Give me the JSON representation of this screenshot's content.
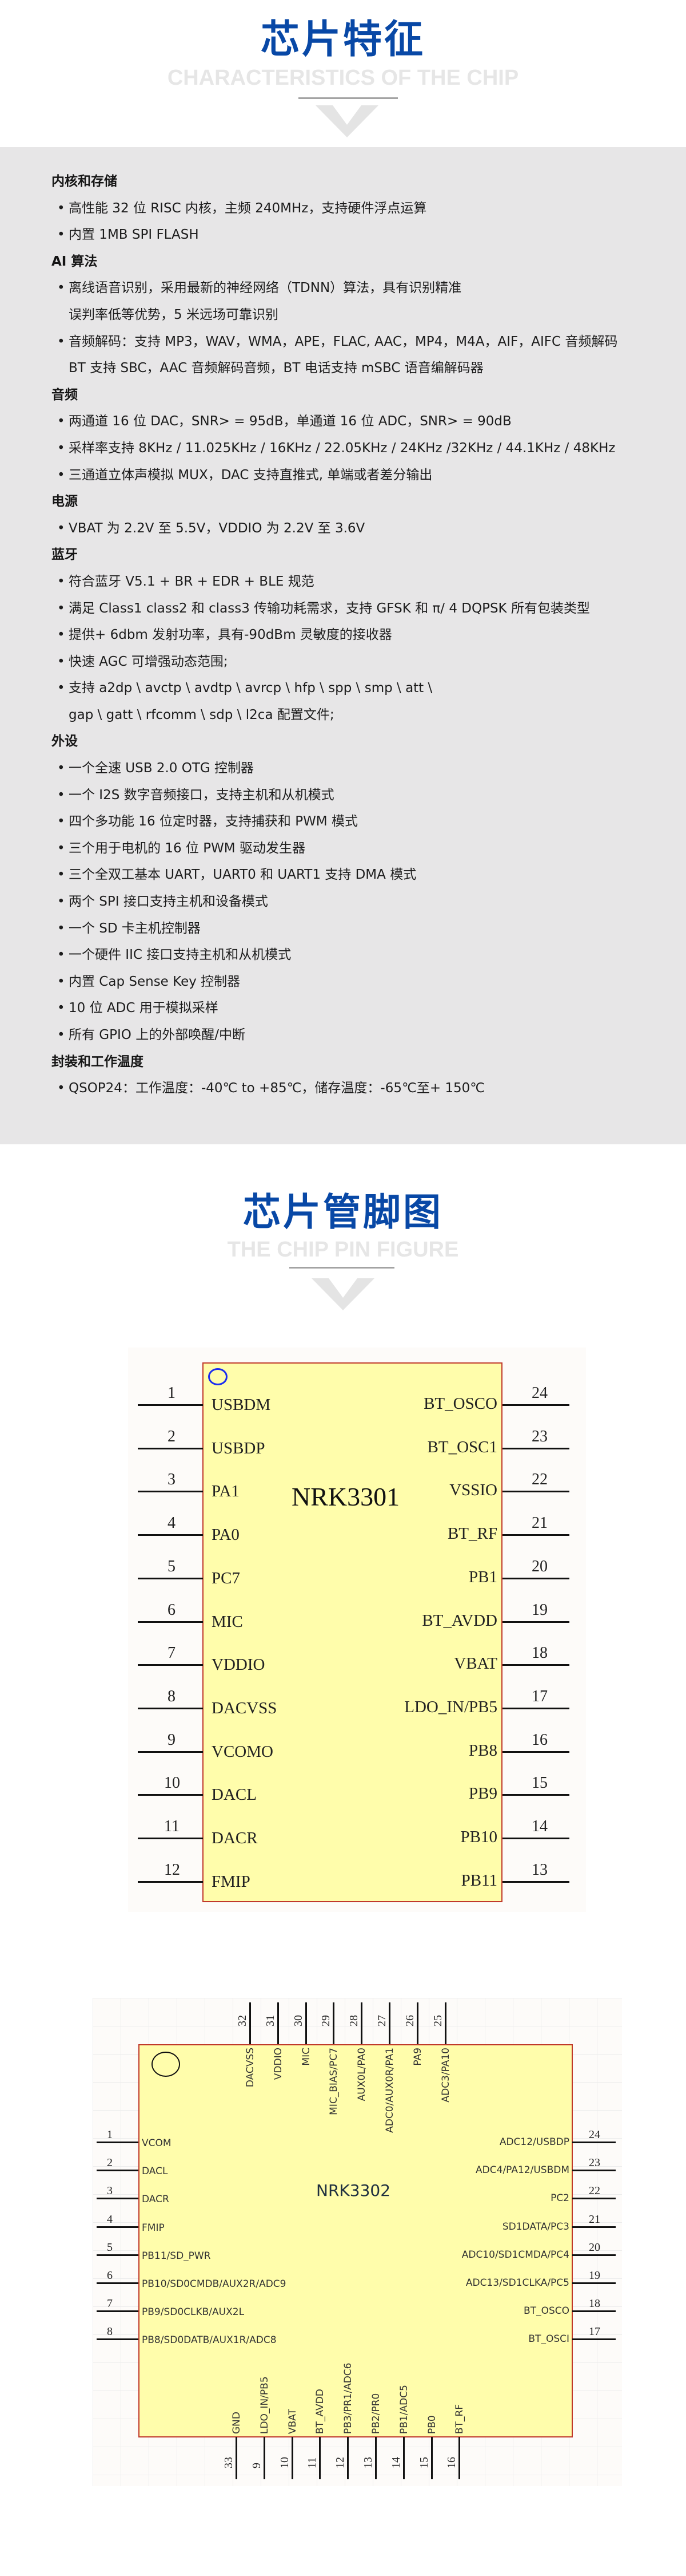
{
  "colors": {
    "title_blue": "#0848a6",
    "subtitle_gray": "#e6e6e6",
    "band_gray": "#e7e6e7",
    "chip_fill": "#fffdab",
    "chip_border": "#c0392b"
  },
  "section1": {
    "title": "芯片特征",
    "subtitle": "CHARACTERISTICS OF THE CHIP",
    "features": [
      {
        "type": "head",
        "text": "内核和存储"
      },
      {
        "type": "bullet",
        "text": "高性能 32 位 RISC 内核，主频 240MHz，支持硬件浮点运算"
      },
      {
        "type": "bullet",
        "text": "内置 1MB SPI FLASH"
      },
      {
        "type": "head",
        "text": "AI 算法"
      },
      {
        "type": "bullet",
        "text": "离线语音识别，采用最新的神经网络（TDNN）算法，具有识别精准"
      },
      {
        "type": "cont",
        "text": "误判率低等优势，5 米远场可靠识别"
      },
      {
        "type": "bullet",
        "text": "音频解码：支持 MP3，WAV，WMA，APE，FLAC, AAC，MP4，M4A，AIF，AIFC 音频解码"
      },
      {
        "type": "cont",
        "text": "BT 支持 SBC，AAC 音频解码音频，BT 电话支持 mSBC 语音编解码器"
      },
      {
        "type": "head",
        "text": "音频"
      },
      {
        "type": "bullet",
        "text": "两通道 16 位 DAC，SNR> = 95dB，单通道 16 位 ADC，SNR> = 90dB"
      },
      {
        "type": "bullet",
        "text": "采样率支持 8KHz / 11.025KHz / 16KHz / 22.05KHz / 24KHz /32KHz / 44.1KHz / 48KHz"
      },
      {
        "type": "bullet",
        "text": "三通道立体声模拟 MUX，DAC 支持直推式, 单端或者差分输出"
      },
      {
        "type": "head",
        "text": "电源"
      },
      {
        "type": "bullet",
        "text": "VBAT 为 2.2V 至 5.5V，VDDIO 为 2.2V 至 3.6V"
      },
      {
        "type": "head",
        "text": "蓝牙"
      },
      {
        "type": "bullet",
        "text": "符合蓝牙 V5.1 + BR + EDR + BLE 规范"
      },
      {
        "type": "bullet",
        "text": "满足 Class1 class2 和 class3 传输功耗需求，支持 GFSK 和 π/ 4 DQPSK 所有包装类型"
      },
      {
        "type": "bullet",
        "text": "提供+ 6dbm 发射功率，具有-90dBm 灵敏度的接收器"
      },
      {
        "type": "bullet",
        "text": "快速 AGC 可增强动态范围;"
      },
      {
        "type": "bullet",
        "text": "支持 a2dp \\ avctp \\ avdtp \\ avrcp \\ hfp \\ spp \\ smp \\ att \\"
      },
      {
        "type": "cont",
        "text": "gap \\ gatt \\ rfcomm \\ sdp \\ l2ca 配置文件;"
      },
      {
        "type": "head",
        "text": "外设"
      },
      {
        "type": "bullet",
        "text": "一个全速 USB 2.0 OTG 控制器"
      },
      {
        "type": "bullet",
        "text": "一个 I2S 数字音频接口，支持主机和从机模式"
      },
      {
        "type": "bullet",
        "text": "四个多功能 16 位定时器，支持捕获和 PWM 模式"
      },
      {
        "type": "bullet",
        "text": "三个用于电机的 16 位 PWM 驱动发生器"
      },
      {
        "type": "bullet",
        "text": "三个全双工基本 UART，UART0 和 UART1 支持 DMA 模式"
      },
      {
        "type": "bullet",
        "text": "两个 SPI 接口支持主机和设备模式"
      },
      {
        "type": "bullet",
        "text": "一个 SD 卡主机控制器"
      },
      {
        "type": "bullet",
        "text": "一个硬件 IIC 接口支持主机和从机模式"
      },
      {
        "type": "bullet",
        "text": "内置 Cap Sense Key 控制器"
      },
      {
        "type": "bullet",
        "text": "10 位 ADC 用于模拟采样"
      },
      {
        "type": "bullet",
        "text": "所有 GPIO 上的外部唤醒/中断"
      },
      {
        "type": "head",
        "text": "封装和工作温度"
      },
      {
        "type": "bullet",
        "text": "QSOP24：工作温度：-40℃ to +85℃，储存温度：-65℃至+ 150℃"
      }
    ],
    "bullet_glyph": "•"
  },
  "section2": {
    "title": "芯片管脚图",
    "subtitle": "THE CHIP PIN FIGURE"
  },
  "chip1": {
    "name": "NRK3301",
    "left_pins": [
      {
        "num": "1",
        "label": "USBDM"
      },
      {
        "num": "2",
        "label": "USBDP"
      },
      {
        "num": "3",
        "label": "PA1"
      },
      {
        "num": "4",
        "label": "PA0"
      },
      {
        "num": "5",
        "label": "PC7"
      },
      {
        "num": "6",
        "label": "MIC"
      },
      {
        "num": "7",
        "label": "VDDIO"
      },
      {
        "num": "8",
        "label": "DACVSS"
      },
      {
        "num": "9",
        "label": "VCOMO"
      },
      {
        "num": "10",
        "label": "DACL"
      },
      {
        "num": "11",
        "label": "DACR"
      },
      {
        "num": "12",
        "label": "FMIP"
      }
    ],
    "right_pins": [
      {
        "num": "24",
        "label": "BT_OSCO"
      },
      {
        "num": "23",
        "label": "BT_OSC1"
      },
      {
        "num": "22",
        "label": "VSSIO"
      },
      {
        "num": "21",
        "label": "BT_RF"
      },
      {
        "num": "20",
        "label": "PB1"
      },
      {
        "num": "19",
        "label": "BT_AVDD"
      },
      {
        "num": "18",
        "label": "VBAT"
      },
      {
        "num": "17",
        "label": "LDO_IN/PB5"
      },
      {
        "num": "16",
        "label": "PB8"
      },
      {
        "num": "15",
        "label": "PB9"
      },
      {
        "num": "14",
        "label": "PB10"
      },
      {
        "num": "13",
        "label": "PB11"
      }
    ]
  },
  "chip2": {
    "name": "NRK3302",
    "left_pins": [
      {
        "num": "1",
        "label": "VCOM"
      },
      {
        "num": "2",
        "label": "DACL"
      },
      {
        "num": "3",
        "label": "DACR"
      },
      {
        "num": "4",
        "label": "FMIP"
      },
      {
        "num": "5",
        "label": "PB11/SD_PWR"
      },
      {
        "num": "6",
        "label": "PB10/SD0CMDB/AUX2R/ADC9"
      },
      {
        "num": "7",
        "label": "PB9/SD0CLKB/AUX2L"
      },
      {
        "num": "8",
        "label": "PB8/SD0DATB/AUX1R/ADC8"
      }
    ],
    "right_pins": [
      {
        "num": "24",
        "label": "ADC12/USBDP"
      },
      {
        "num": "23",
        "label": "ADC4/PA12/USBDM"
      },
      {
        "num": "22",
        "label": "PC2"
      },
      {
        "num": "21",
        "label": "SD1DATA/PC3"
      },
      {
        "num": "20",
        "label": "ADC10/SD1CMDA/PC4"
      },
      {
        "num": "19",
        "label": "ADC13/SD1CLKA/PC5"
      },
      {
        "num": "18",
        "label": "BT_OSCO"
      },
      {
        "num": "17",
        "label": "BT_OSCI"
      }
    ],
    "top_pins": [
      {
        "num": "32",
        "label": "DACVSS"
      },
      {
        "num": "31",
        "label": "VDDIO"
      },
      {
        "num": "30",
        "label": "MIC"
      },
      {
        "num": "29",
        "label": "MIC_BIAS/PC7"
      },
      {
        "num": "28",
        "label": "AUX0L/PA0"
      },
      {
        "num": "27",
        "label": "ADC0/AUX0R/PA1"
      },
      {
        "num": "26",
        "label": "PA9"
      },
      {
        "num": "25",
        "label": "ADC3/PA10"
      }
    ],
    "bottom_pins": [
      {
        "num": "33",
        "label": "GND"
      },
      {
        "num": "9",
        "label": "LDO_IN/PB5"
      },
      {
        "num": "10",
        "label": "VBAT"
      },
      {
        "num": "11",
        "label": "BT_AVDD"
      },
      {
        "num": "12",
        "label": "PB3/PR1/ADC6"
      },
      {
        "num": "13",
        "label": "PB2/PR0"
      },
      {
        "num": "14",
        "label": "PB1/ADC5"
      },
      {
        "num": "15",
        "label": "PB0"
      },
      {
        "num": "16",
        "label": "BT_RF"
      }
    ]
  }
}
